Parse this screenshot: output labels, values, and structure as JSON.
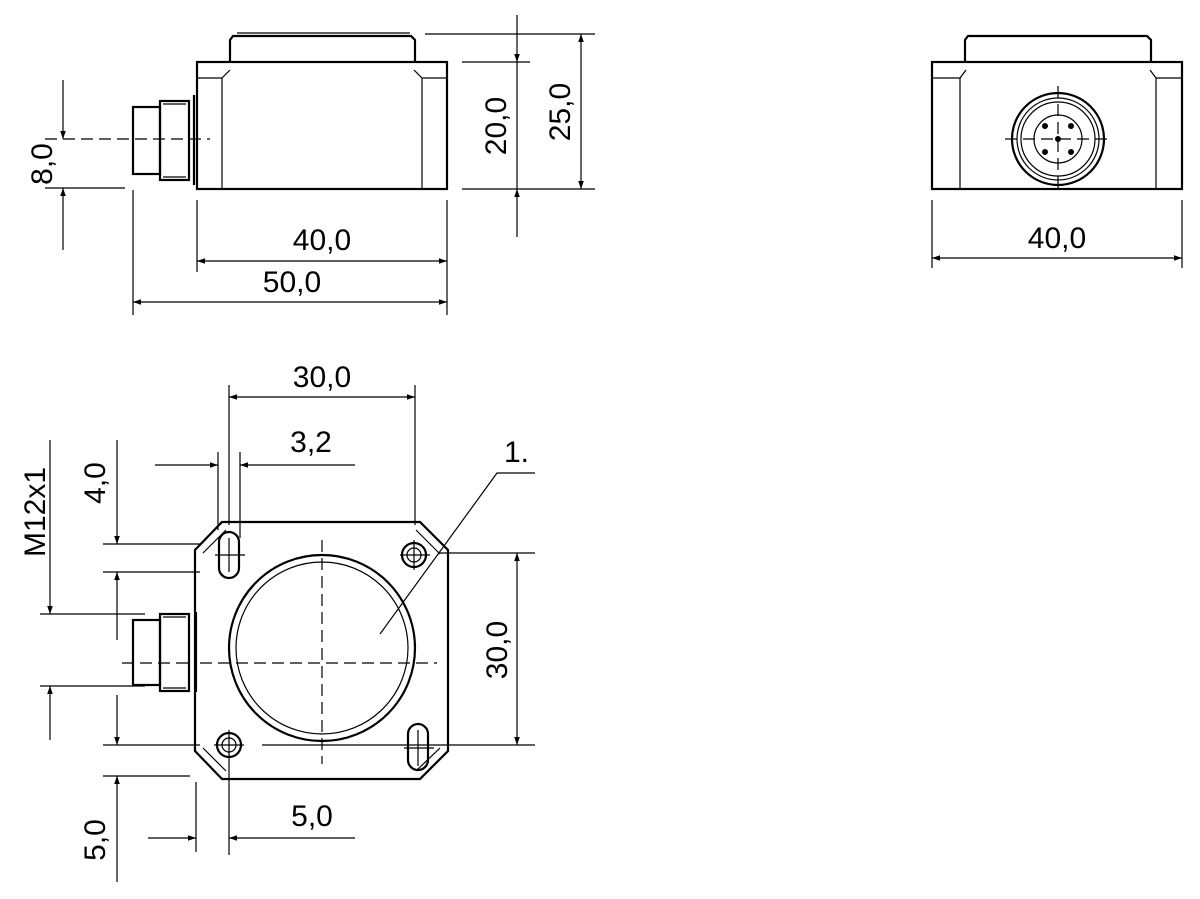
{
  "side_view": {
    "height_connector": "8,0",
    "height_body": "20,0",
    "height_total": "25,0",
    "width_body": "40,0",
    "width_total": "50,0"
  },
  "end_view": {
    "width": "40,0"
  },
  "bottom_view": {
    "hole_spacing_x": "30,0",
    "slot_width": "3,2",
    "hole_spacing_y": "30,0",
    "thread": "M12x1",
    "slot_offset_y": "4,0",
    "edge_offset_y": "5,0",
    "edge_offset_x": "5,0",
    "callout": "1."
  },
  "colors": {
    "line": "#000000",
    "background": "#ffffff"
  }
}
